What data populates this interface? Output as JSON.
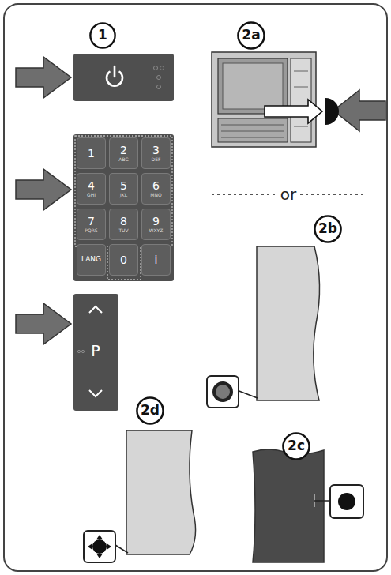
{
  "diagram": {
    "nodes": [
      {
        "text": [
          "1"
        ]
      },
      {
        "text": [
          "2a"
        ]
      },
      {
        "text": [
          "1"
        ]
      },
      {
        "text": [
          "2",
          "ABC"
        ]
      },
      {
        "text": [
          "3",
          "DEF"
        ]
      },
      {
        "text": [
          "4",
          "GHI"
        ]
      },
      {
        "text": [
          "5",
          "JKL"
        ]
      },
      {
        "text": [
          "6",
          "MNO"
        ]
      },
      {
        "text": [
          "7",
          "PQRS"
        ]
      },
      {
        "text": [
          "8",
          "TUV"
        ]
      },
      {
        "text": [
          "9",
          "WXYZ"
        ]
      },
      {
        "text": [
          "LANG"
        ]
      },
      {
        "text": [
          "0"
        ]
      },
      {
        "text": [
          "i"
        ]
      },
      {
        "text": [
          "P"
        ]
      },
      {
        "text": [
          "2b"
        ]
      },
      {
        "text": [
          "2d"
        ]
      },
      {
        "text": [
          "2c"
        ]
      }
    ],
    "labels": [
      "or"
    ]
  }
}
